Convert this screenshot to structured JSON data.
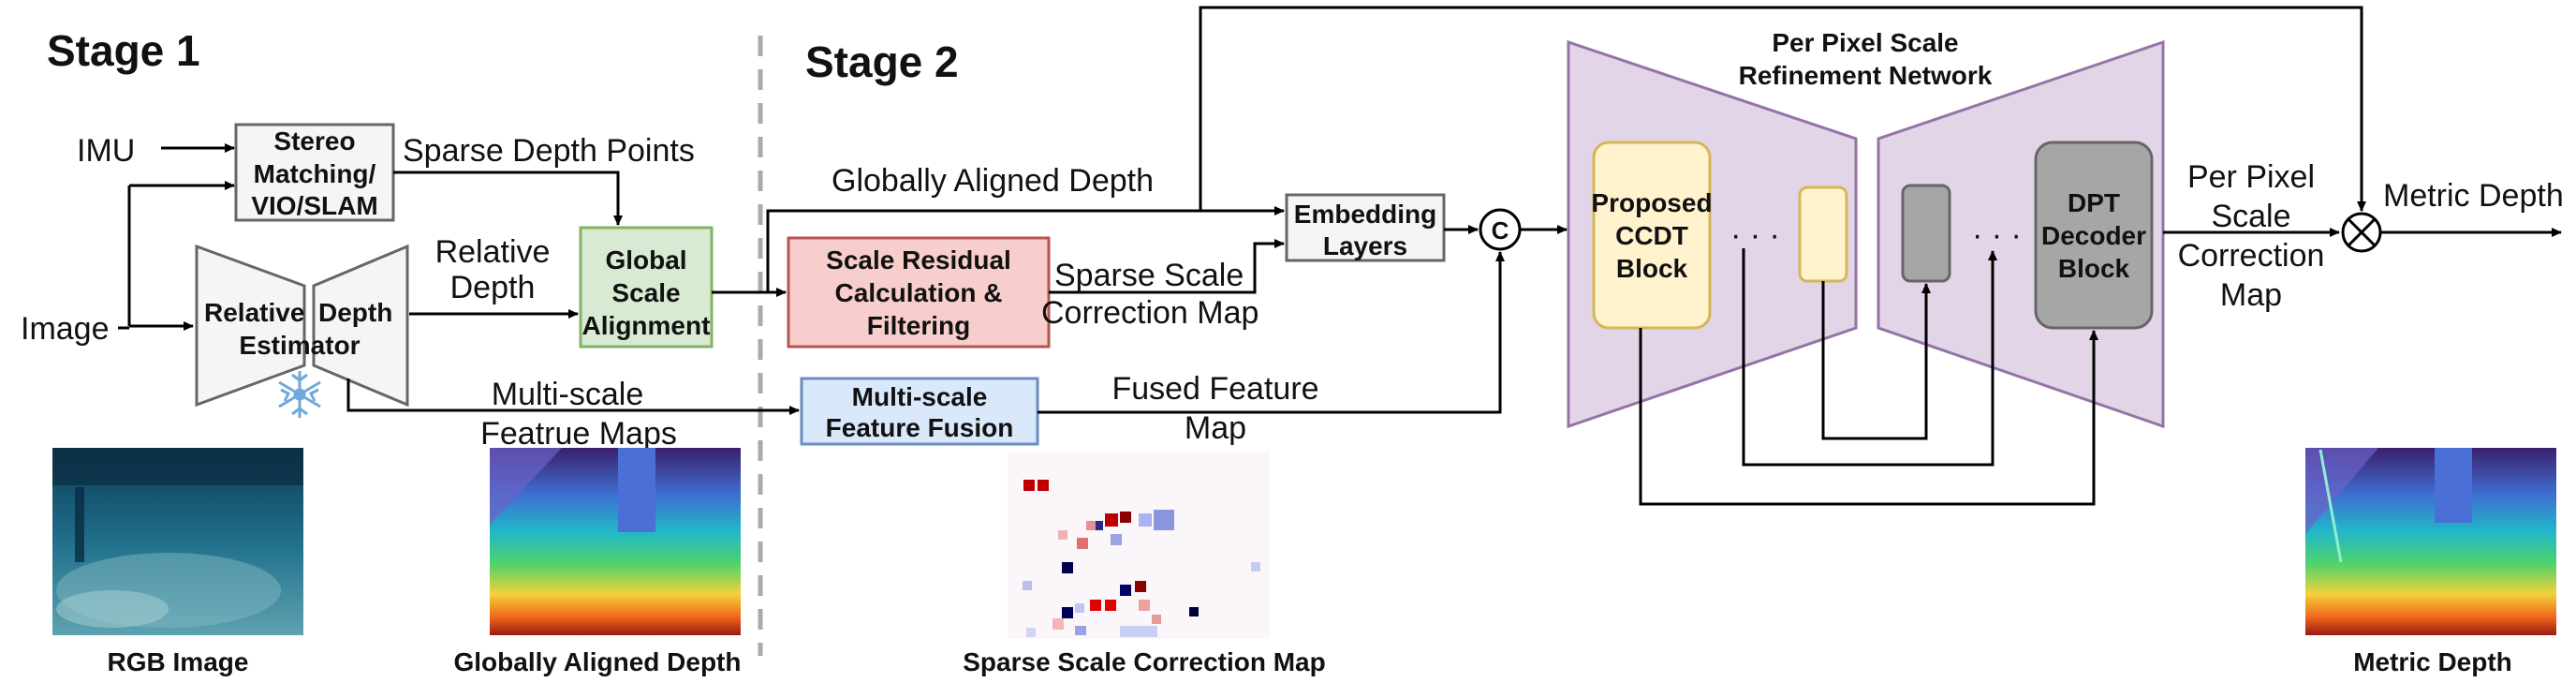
{
  "stage1_title": "Stage 1",
  "stage2_title": "Stage 2",
  "inputs": {
    "imu": "IMU",
    "image": "Image"
  },
  "boxes": {
    "stereo": [
      "Stereo",
      "Matching/",
      "VIO/SLAM"
    ],
    "estimator": [
      "Relative",
      "Depth",
      "Estimator"
    ],
    "global_scale": [
      "Global",
      "Scale",
      "Alignment"
    ],
    "residual": [
      "Scale Residual",
      "Calculation &",
      "Filtering"
    ],
    "fusion": [
      "Multi-scale",
      "Feature Fusion"
    ],
    "embedding": [
      "Embedding",
      "Layers"
    ],
    "ccdt": [
      "Proposed",
      "CCDT",
      "Block"
    ],
    "dpt": [
      "DPT",
      "Decoder",
      "Block"
    ],
    "concat": "C"
  },
  "edge_labels": {
    "sparse_depth_points": "Sparse Depth Points",
    "relative_depth": [
      "Relative",
      "Depth"
    ],
    "multiscale_maps": [
      "Multi-scale",
      "Featrue Maps"
    ],
    "globally_aligned_depth": "Globally Aligned Depth",
    "sparse_scale_correction": [
      "Sparse Scale",
      "Correction Map"
    ],
    "fused_feature_map": [
      "Fused Feature",
      "Map"
    ],
    "per_pixel_correction": [
      "Per Pixel",
      "Scale",
      "Correction",
      "Map"
    ],
    "metric_depth": "Metric Depth"
  },
  "network_title": [
    "Per Pixel Scale",
    "Refinement Network"
  ],
  "ellipsis": "· · ·",
  "captions": {
    "rgb": "RGB Image",
    "aligned": "Globally Aligned Depth",
    "sparse": "Sparse Scale Correction Map",
    "metric": "Metric Depth"
  },
  "colors": {
    "global_scale_fill": "#d9ead3",
    "global_scale_stroke": "#82b366",
    "residual_fill": "#f8cecc",
    "residual_stroke": "#b85450",
    "fusion_fill": "#dae8fc",
    "fusion_stroke": "#6c8ebf",
    "network_fill": "#e1d5e7",
    "network_stroke": "#9673a6",
    "ccdt_fill": "#fff2cc",
    "ccdt_stroke": "#d6b656",
    "dpt_fill": "#a6a6a6",
    "neutral_fill": "#f5f5f5"
  },
  "icons": {
    "frozen": "snowflake-icon",
    "multiply": "multiply-icon"
  }
}
